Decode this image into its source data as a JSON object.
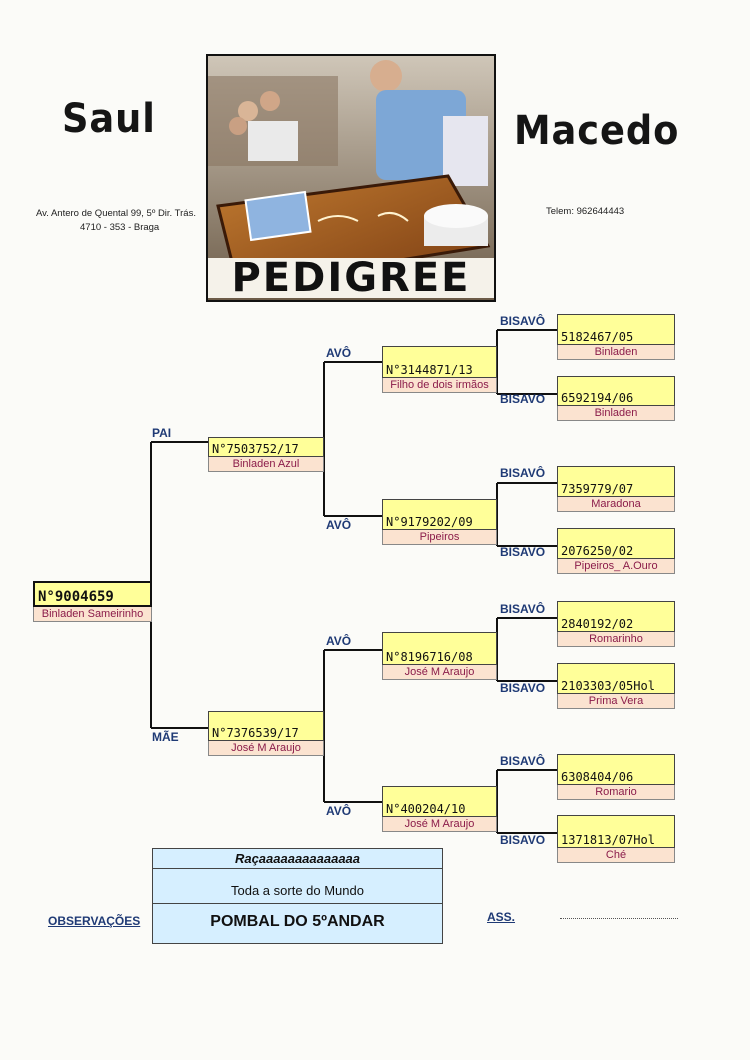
{
  "header": {
    "first_name": "Saul",
    "last_name": "Macedo",
    "address_line1": "Av. Antero de Quental 99,  5º Dir. Trás.",
    "address_line2": "4710 - 353 - Braga",
    "phone": "Telem: 962644443",
    "banner": "PEDIGREE"
  },
  "relations": {
    "father": "PAI",
    "mother": "MÃE",
    "grandparent": "AVÔ",
    "great_grandparent": "BISAVÔ",
    "great_grandparent_alt": "BISAVO"
  },
  "subject": {
    "ring": "N°9004659",
    "name": "Binladen Sameirinho"
  },
  "father": {
    "ring": "N°7503752/17",
    "name": "Binladen Azul"
  },
  "mother": {
    "ring": "N°7376539/17",
    "name": "José M Araujo"
  },
  "grandparents": [
    {
      "ring": "N°3144871/13",
      "name": "Filho de dois irmãos"
    },
    {
      "ring": "N°9179202/09",
      "name": "Pipeiros"
    },
    {
      "ring": "N°8196716/08",
      "name": "José M Araujo"
    },
    {
      "ring": "N°400204/10",
      "name": "José M Araujo"
    }
  ],
  "great_grandparents": [
    {
      "ring": "5182467/05",
      "name": "Binladen"
    },
    {
      "ring": "6592194/06",
      "name": "Binladen"
    },
    {
      "ring": "7359779/07",
      "name": "Maradona"
    },
    {
      "ring": "2076250/02",
      "name": "Pipeiros_ A.Ouro"
    },
    {
      "ring": "2840192/02",
      "name": "Romarinho"
    },
    {
      "ring": "2103303/05Hol",
      "name": "Prima Vera"
    },
    {
      "ring": "6308404/06",
      "name": "Romario"
    },
    {
      "ring": "1371813/07Hol",
      "name": "Ché"
    }
  ],
  "observations": {
    "label": "OBSERVAÇÕES",
    "line1": "Raçaaaaaaaaaaaaaa",
    "line2": "Toda a sorte do Mundo",
    "line3": "POMBAL DO 5ºANDAR",
    "signature_label": "ASS."
  }
}
